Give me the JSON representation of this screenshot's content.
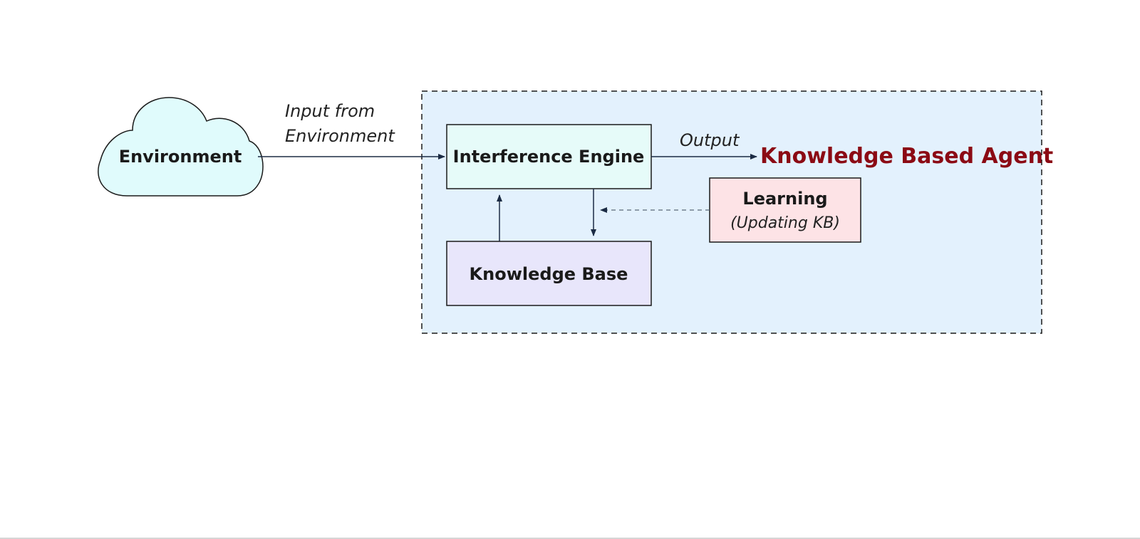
{
  "diagram": {
    "environment": {
      "label": "Environment"
    },
    "input_label_line1": "Input from",
    "input_label_line2": "Environment",
    "inference_engine": {
      "label": "Interference Engine"
    },
    "output_label": "Output",
    "agent_title": "Knowledge Based Agent",
    "learning": {
      "title": "Learning",
      "subtitle": "(Updating KB)"
    },
    "knowledge_base": {
      "label": "Knowledge Base"
    }
  },
  "colors": {
    "agent_region_fill": "#e3f1fd",
    "environment_fill": "#e0fbfc",
    "inference_fill": "#e6fbf9",
    "learning_fill": "#fde3e6",
    "knowledge_base_fill": "#e8e6fb",
    "agent_title": "#8b0a14",
    "arrow": "#1b2b44"
  }
}
